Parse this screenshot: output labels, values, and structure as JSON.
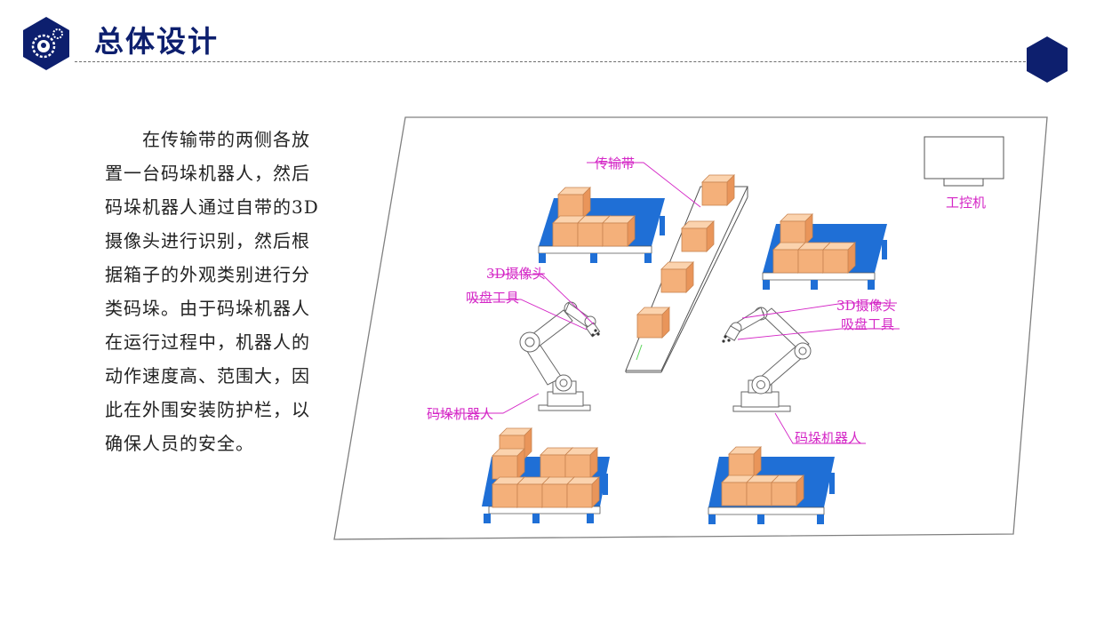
{
  "header": {
    "title": "总体设计",
    "accent_color": "#0d1f6e",
    "icon": "robot-gear-icon"
  },
  "body_text": "在传输带的两侧各放置一台码垛机器人，然后码垛机器人通过自带的3D摄像头进行识别，然后根据箱子的外观类别进行分类码垛。由于码垛机器人在运行过程中，机器人的动作速度高、范围大，因此在外围安装防护栏，以确保人员的安全。",
  "diagram": {
    "label_color": "#d426c6",
    "pallet_color": "#1f6fd6",
    "box_color": "#f4b07a",
    "labels": {
      "conveyor": "传输带",
      "ipc": "工控机",
      "camera_left": "3D摄像头",
      "gripper_left": "吸盘工具",
      "robot_left": "码垛机器人",
      "camera_right": "3D摄像头",
      "gripper_right": "吸盘工具",
      "robot_right": "码垛机器人"
    }
  }
}
